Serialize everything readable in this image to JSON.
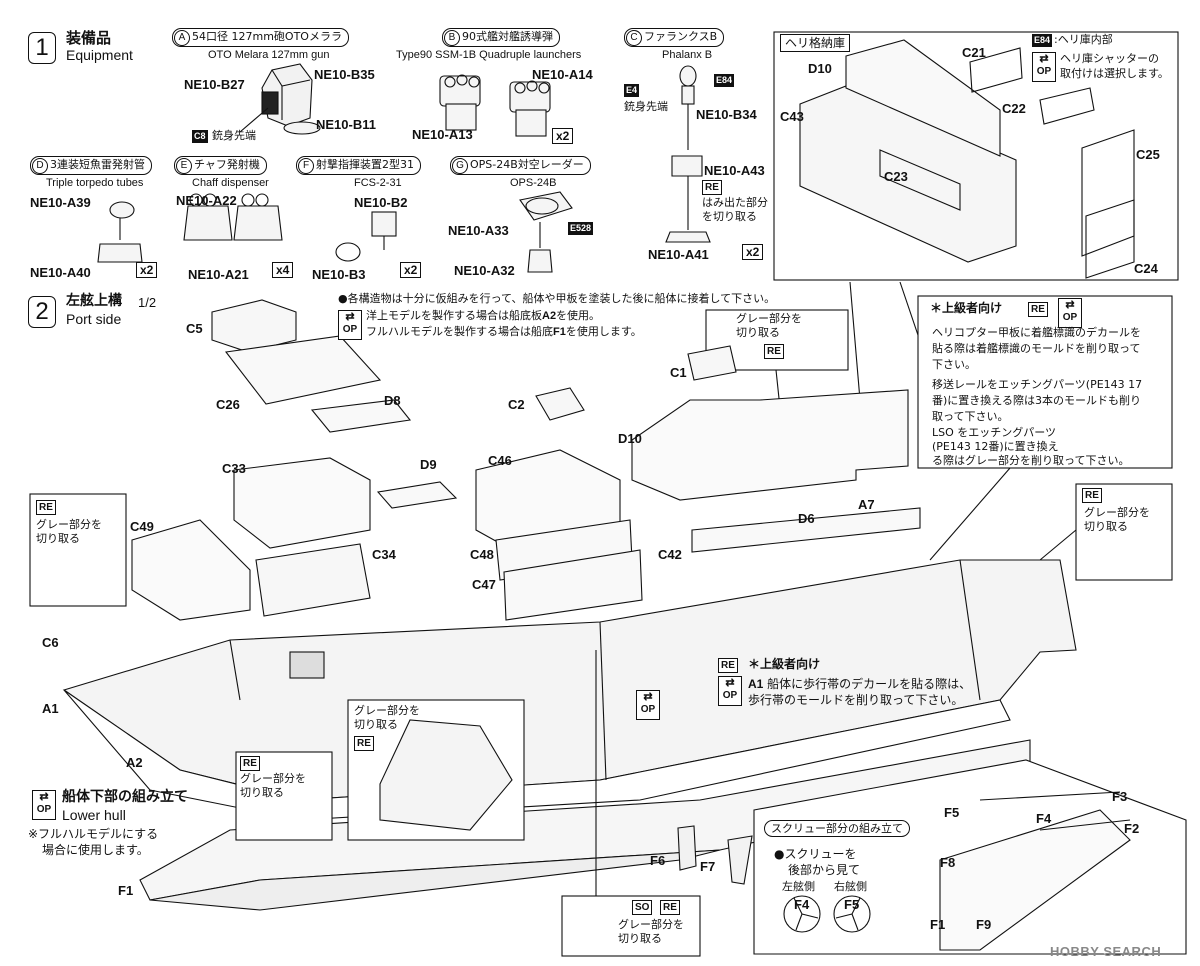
{
  "step1": {
    "number": "1",
    "title_jp": "装備品",
    "title_en": "Equipment"
  },
  "equipment": {
    "A": {
      "letter": "A",
      "name_jp": "54口径 127mm砲OTOメララ",
      "name_en": "OTO Melara 127mm gun",
      "parts": [
        "NE10-B27",
        "NE10-B35",
        "NE10-B11"
      ],
      "note_code": "C8",
      "note_jp": "銃身先端"
    },
    "B": {
      "letter": "B",
      "name_jp": "90式艦対艦誘導弾",
      "name_en": "Type90 SSM-1B Quadruple launchers",
      "parts": [
        "NE10-A14",
        "NE10-A13"
      ],
      "qty": "x2"
    },
    "C": {
      "letter": "C",
      "name_jp": "ファランクスB",
      "name_en": "Phalanx B",
      "parts": [
        "NE10-B34",
        "NE10-A43",
        "NE10-A41"
      ],
      "code1": "E4",
      "code2": "E84",
      "note_jp": "銃身先端",
      "re": "RE",
      "re_note_1": "はみ出た部分",
      "re_note_2": "を切り取る",
      "qty": "x2"
    },
    "D": {
      "letter": "D",
      "name_jp": "3連装短魚雷発射管",
      "name_en": "Triple torpedo tubes",
      "parts": [
        "NE10-A39",
        "NE10-A40"
      ],
      "qty": "x2"
    },
    "E": {
      "letter": "E",
      "name_jp": "チャフ発射機",
      "name_en": "Chaff dispenser",
      "parts": [
        "NE10-A22",
        "NE10-A21"
      ],
      "qty": "x4"
    },
    "F": {
      "letter": "F",
      "name_jp": "射撃指揮装置2型31",
      "name_en": "FCS-2-31",
      "parts": [
        "NE10-B2",
        "NE10-B3"
      ],
      "qty": "x2"
    },
    "G": {
      "letter": "G",
      "name_jp": "OPS-24B対空レーダー",
      "name_en": "OPS-24B",
      "parts": [
        "NE10-A33",
        "NE10-A32"
      ],
      "code": "E528"
    }
  },
  "hangar": {
    "title": "ヘリ格納庫",
    "code": "E84",
    "code_note": ":ヘリ庫内部",
    "op_note_1": "ヘリ庫シャッターの",
    "op_note_2": "取付けは選択します。",
    "parts": [
      "D10",
      "C21",
      "C22",
      "C43",
      "C25",
      "C23",
      "C24"
    ]
  },
  "step2": {
    "number": "2",
    "title_jp": "左舷上構",
    "fraction": "1/2",
    "title_en": "Port side",
    "note_main": "●各構造物は十分に仮組みを行って、船体や甲板を塗装した後に船体に接着して下さい。",
    "note_op_1": "洋上モデルを製作する場合は船底板",
    "note_op_1b": "A2",
    "note_op_1c": "を使用。",
    "note_op_2": "フルハルモデルを製作する場合は船底",
    "note_op_2b": "F1",
    "note_op_2c": "を使用します。"
  },
  "advanced": {
    "title": "＊上級者向け",
    "re": "RE",
    "lines": [
      "ヘリコプター甲板に着艦標識のデカールを",
      "貼る際は着艦標識のモールドを削り取って",
      "下さい。",
      "移送レールをエッチングパーツ(PE143 17",
      "番)に置き換える際は3本のモールドも削り",
      "取って下さい。",
      "LSO をエッチングパーツ",
      "(PE143 12番)に置き換え",
      "る際はグレー部分を削り取って下さい。"
    ]
  },
  "advanced2": {
    "title": "＊上級者向け",
    "re": "RE",
    "line1a": "A1",
    "line1b": " 船体に歩行帯のデカールを貼る際は、",
    "line2": "歩行帯のモールドを削り取って下さい。"
  },
  "gray_cut": {
    "line1": "グレー部分を",
    "line2": "切り取る",
    "line2b": "切り取る",
    "re": "RE",
    "so": "SO",
    "line_so_1": "グレー部分を",
    "line_so_2": "切り取る"
  },
  "hull_parts": [
    "C5",
    "C26",
    "D8",
    "C33",
    "D9",
    "C49",
    "C34",
    "C6",
    "A1",
    "A2",
    "F1",
    "C2",
    "C46",
    "C48",
    "C47",
    "C1",
    "D10",
    "C42",
    "D6",
    "A7",
    "F6",
    "F7",
    "F5",
    "F4",
    "F3",
    "F2",
    "F8",
    "F9"
  ],
  "lower_hull": {
    "title_jp": "船体下部の組み立て",
    "title_en": "Lower hull",
    "note_1": "※フルハルモデルにする",
    "note_2": "場合に使用します。"
  },
  "screw": {
    "title": "スクリュー部分の組み立て",
    "note_1": "●スクリューを",
    "note_2": "後部から見て",
    "left": "左舷側",
    "right": "右舷側",
    "f4": "F4",
    "f5": "F5"
  },
  "op_label": "OP",
  "watermark": "HOBBY SEARCH"
}
